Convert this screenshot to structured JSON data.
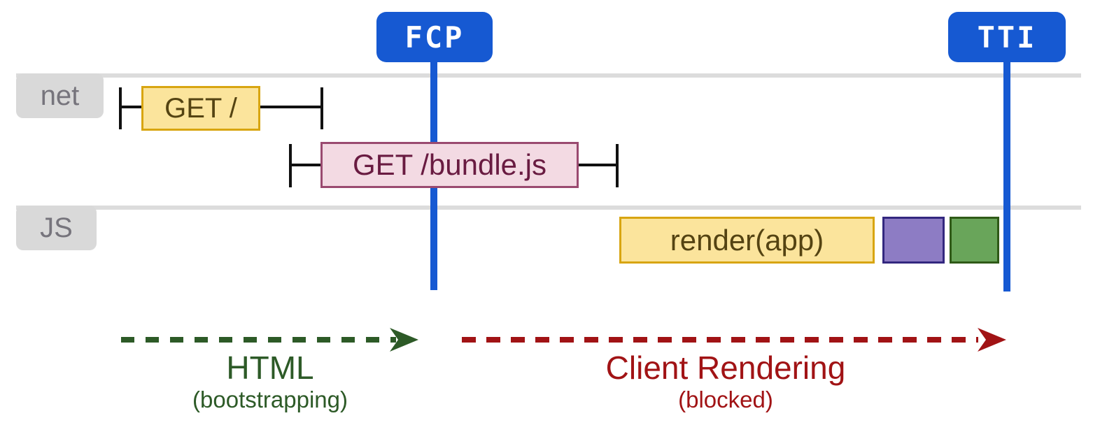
{
  "markers": {
    "fcp": {
      "label": "FCP"
    },
    "tti": {
      "label": "TTI"
    }
  },
  "lanes": {
    "net": {
      "label": "net"
    },
    "js": {
      "label": "JS"
    }
  },
  "network": {
    "get_root": {
      "label": "GET /"
    },
    "get_bundle": {
      "label": "GET /bundle.js"
    }
  },
  "js_tasks": {
    "render_app": {
      "label": "render(app)"
    },
    "purple_task": {
      "label": ""
    },
    "green_task": {
      "label": ""
    }
  },
  "phases": {
    "html": {
      "label": "HTML",
      "sublabel": "(bootstrapping)"
    },
    "client_rendering": {
      "label": "Client Rendering",
      "sublabel": "(blocked)"
    }
  },
  "colors": {
    "marker_blue": "#1659d2",
    "lane_rail_gray": "#dcdcdc",
    "lane_label_gray": "#d9d9d9",
    "task_yellow": "#fbe49c",
    "task_yellow_border": "#d8a511",
    "request_pink": "#f3dae3",
    "request_pink_border": "#9a4a70",
    "task_purple": "#8d7cc4",
    "task_purple_border": "#33277f",
    "task_green": "#69a55a",
    "task_green_border": "#2f5a17",
    "phase_html_green": "#2d5a27",
    "phase_blocked_red": "#a11315",
    "whisker_black": "#111111"
  }
}
